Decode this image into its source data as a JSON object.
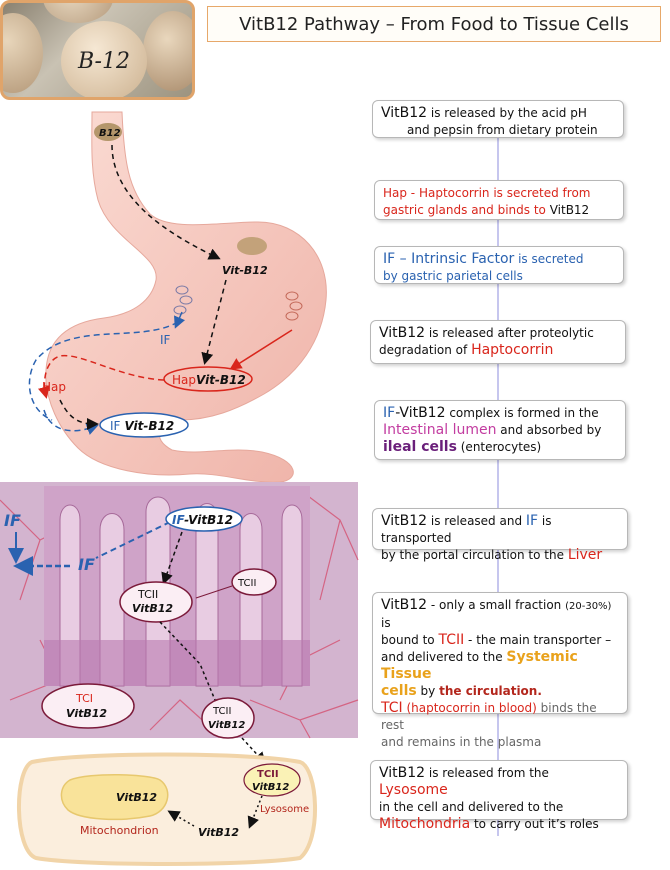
{
  "title": "VitB12 Pathway – From Food to Tissue Cells",
  "photo_label": "B-12",
  "labels": {
    "b12": "B12",
    "vit_b12": "Vit-B12",
    "if1": "IF",
    "hap": "Hap",
    "hap_complex_hap": "Hap",
    "hap_complex_vit": "Vit-B12",
    "if_complex_if": "IF",
    "if_complex_vit": "Vit-B12",
    "if_left": "IF",
    "if_arrow": "IF",
    "if_vit_if": "IF",
    "if_vit_vit": "-VitB12",
    "tcii_a_1": "TCII",
    "tcii_a_2": "VitB12",
    "tcii_b": "TCII",
    "tci_1": "TCI",
    "tci_2": "VitB12",
    "tcii_c_1": "TCII",
    "tcii_c_2": "VitB12",
    "lyso_1": "TCII",
    "lyso_2": "VitB12",
    "lysosome": "Lysosome",
    "mito_vit": "VitB12",
    "mitochondrion": "Mitochondrion",
    "vit_bottom": "VitB12"
  },
  "steps": [
    {
      "s1a": "VitB12",
      "s1b": " is released by the acid pH",
      "s1c": "and pepsin from dietary protein"
    },
    {
      "s2a": "Hap - Haptocorrin",
      "s2b": " is secreted  from",
      "s2c": "gastric glands and binds to ",
      "s2d": "VitB12"
    },
    {
      "s3a": "IF – Intrinsic Factor",
      "s3b": " is secreted",
      "s3c": "by gastric parietal cells"
    },
    {
      "s4a": "VitB12",
      "s4b": " is released after  proteolytic",
      "s4c": "degradation of ",
      "s4d": "Haptocorrin"
    },
    {
      "s5a": "IF",
      "s5b": "-VitB12",
      "s5c": " complex is formed in the",
      "s5d": "Intestinal lumen",
      "s5e": " and absorbed by",
      "s5f": "ileal cells",
      "s5g": " (enterocytes)"
    },
    {
      "s6a": "VitB12",
      "s6b": " is released and ",
      "s6c": "IF",
      "s6d": " is transported",
      "s6e": "by the portal circulation to the ",
      "s6f": "Liver"
    },
    {
      "s7a": "VitB12",
      "s7b": " - only a small fraction ",
      "s7c": "(20-30%)",
      "s7d": " is",
      "s7e": "bound to ",
      "s7f": "TCII",
      "s7g": " - the main transporter –",
      "s7h": "and delivered to the ",
      "s7i": "Systemic Tissue",
      "s7j": "cells",
      "s7k": " by ",
      "s7l": "the circulation.",
      "s7m": "TCI",
      "s7n": " (",
      "s7o": "haptocorrin",
      "s7p": " in blood)",
      "s7q": " binds the rest",
      "s7r": "and remains in the plasma"
    },
    {
      "s8a": "VitB12",
      "s8b": " is released from the ",
      "s8c": "Lysosome",
      "s8d": "in the cell and delivered to the",
      "s8e": "Mitochondria",
      "s8f": " to carry out it’s roles"
    }
  ],
  "colors": {
    "accent_red": "#d9261c",
    "accent_blue": "#2a62b0",
    "accent_pink": "#c23ca0",
    "accent_orange": "#e9a21c",
    "stomach": "#f6c9c0",
    "tissue": "#c98ab8",
    "cell": "#fbeedd"
  }
}
